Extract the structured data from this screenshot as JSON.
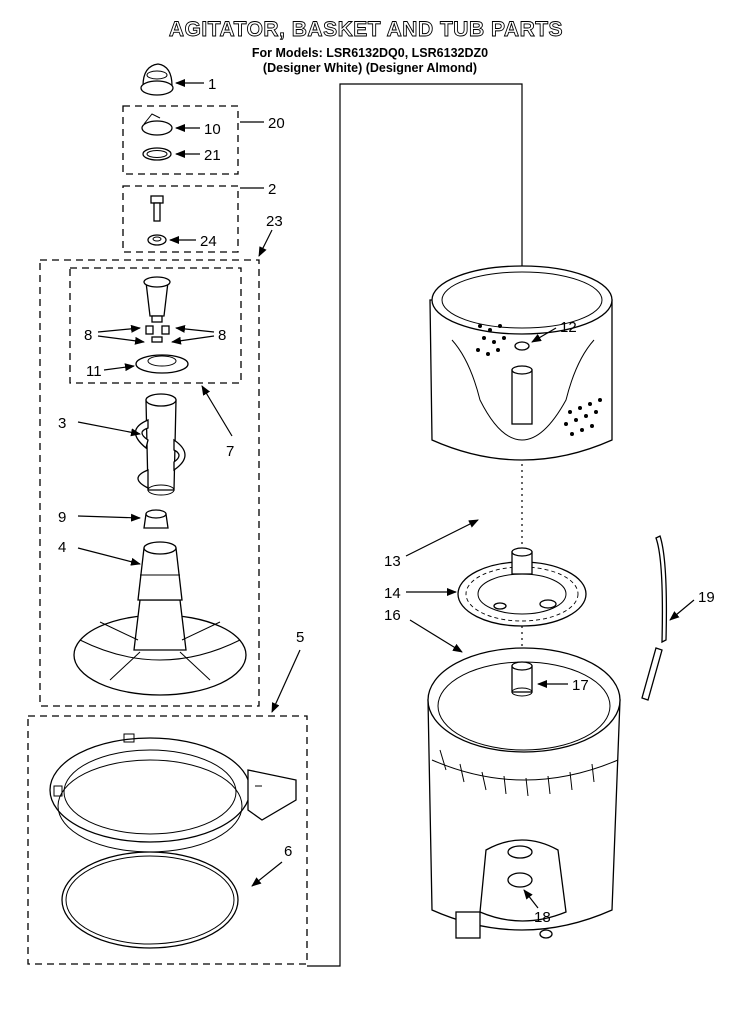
{
  "title": "AGITATOR, BASKET AND TUB PARTS",
  "models_line": "For Models: LSR6132DQ0, LSR6132DZ0",
  "variants_line": "(Designer White) (Designer Almond)",
  "callouts": {
    "c1": "1",
    "c2": "2",
    "c3": "3",
    "c4": "4",
    "c5": "5",
    "c6": "6",
    "c7": "7",
    "c8a": "8",
    "c8b": "8",
    "c9": "9",
    "c10": "10",
    "c11": "11",
    "c12": "12",
    "c13": "13",
    "c14": "14",
    "c16": "16",
    "c17": "17",
    "c18": "18",
    "c19": "19",
    "c20": "20",
    "c21": "21",
    "c23": "23",
    "c24": "24"
  }
}
